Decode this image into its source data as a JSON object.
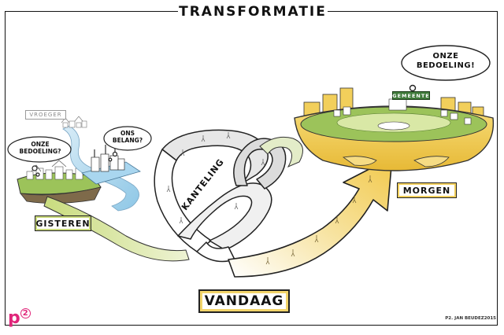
{
  "title": "TRANSFORMATIE",
  "labels": {
    "gisteren": "GISTEREN",
    "vandaag": "VANDAAG",
    "morgen": "MORGEN",
    "kanteling": "KANTELING",
    "vroeger": "VROEGER",
    "gemeente": "GEMEENTE"
  },
  "bubbles": {
    "left": [
      "ONZE",
      "BEDOELING?"
    ],
    "middle": [
      "ONS",
      "BELANG?"
    ],
    "right": [
      "ONZE",
      "BEDOELING!"
    ]
  },
  "logo": {
    "letter": "p",
    "superscript": "2"
  },
  "credit": "P2. JAN BEUDEZ2015",
  "colors": {
    "yellow": "#f4d35e",
    "green": "#b9d36b",
    "blue": "#a9d6ef",
    "magenta": "#e0267a"
  }
}
